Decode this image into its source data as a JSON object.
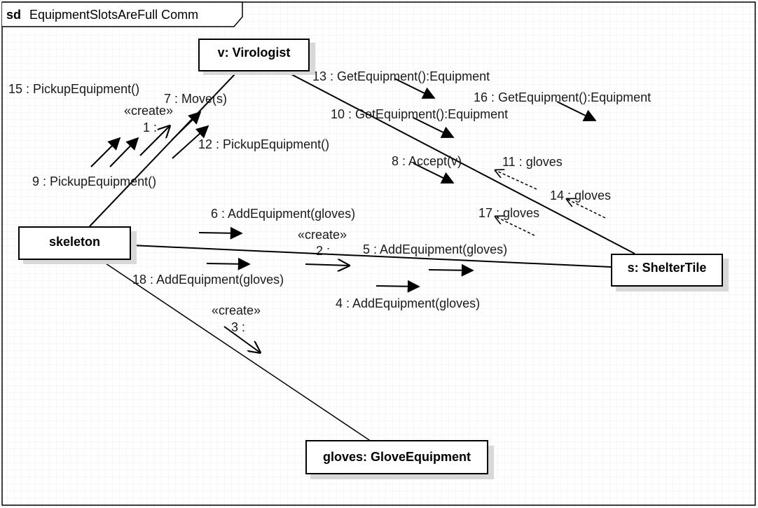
{
  "frame": {
    "keyword": "sd",
    "title": "EquipmentSlotsAreFull Comm"
  },
  "objects": {
    "virologist": "v: Virologist",
    "skeleton": "skeleton",
    "shelter": "s: ShelterTile",
    "gloves": "gloves: GloveEquipment"
  },
  "messages": {
    "m1": "1 :",
    "m1_stereo": "«create»",
    "m2": "2 :",
    "m2_stereo": "«create»",
    "m3": "3 :",
    "m3_stereo": "«create»",
    "m4": "4 : AddEquipment(gloves)",
    "m5": "5 : AddEquipment(gloves)",
    "m6": "6 : AddEquipment(gloves)",
    "m7": "7 : Move(s)",
    "m8": "8 : Accept(v)",
    "m9": "9 : PickupEquipment()",
    "m10": "10 : GetEquipment():Equipment",
    "m11": "11 : gloves",
    "m12": "12 : PickupEquipment()",
    "m13": "13 : GetEquipment():Equipment",
    "m14": "14 : gloves",
    "m15": "15 : PickupEquipment()",
    "m16": "16 : GetEquipment():Equipment",
    "m17": "17 : gloves",
    "m18": "18 : AddEquipment(gloves)"
  },
  "colors": {
    "line": "#000000",
    "background": "#ffffff",
    "grid": "#ececec"
  }
}
